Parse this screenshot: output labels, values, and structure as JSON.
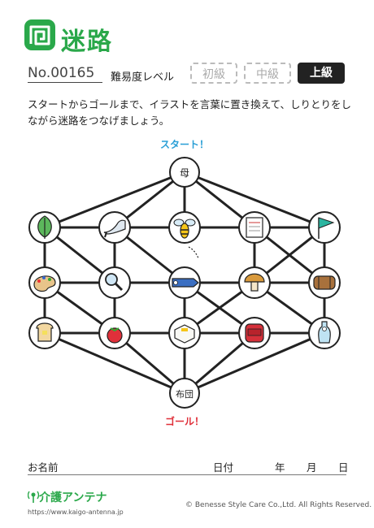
{
  "header": {
    "title": "迷路",
    "number": "No.00165",
    "difficulty_label": "難易度レベル",
    "levels": [
      {
        "label": "初級",
        "active": false
      },
      {
        "label": "中級",
        "active": false
      },
      {
        "label": "上級",
        "active": true
      }
    ]
  },
  "instructions": "スタートからゴールまで、イラストを言葉に置き換えて、しりとりをしながら迷路をつなげましょう。",
  "maze": {
    "start_label": "スタート！",
    "goal_label": "ゴール！",
    "start_node_text": "母",
    "goal_node_text": "布団",
    "illustrations": [
      "leaf-icon",
      "high-heel-shoe-icon",
      "bee-icon",
      "paper-sheet-icon",
      "flag-icon",
      "paint-palette-icon",
      "magnifying-glass-icon",
      "carp-streamer-icon",
      "mushroom-icon",
      "barrel-icon",
      "toast-icon",
      "tomato-icon",
      "tofu-icon",
      "school-backpack-icon",
      "ramune-bottle-icon"
    ]
  },
  "footer": {
    "name_label": "お名前",
    "date_label": "日付",
    "year": "年",
    "month": "月",
    "day": "日",
    "brand": "介護アンテナ",
    "url": "https://www.kaigo-antenna.jp",
    "copyright": "© Benesse Style Care Co.,Ltd. All Rights Reserved."
  },
  "colors": {
    "accent_green": "#2aa84a",
    "start_blue": "#2a9fd6",
    "goal_red": "#e0303a"
  }
}
